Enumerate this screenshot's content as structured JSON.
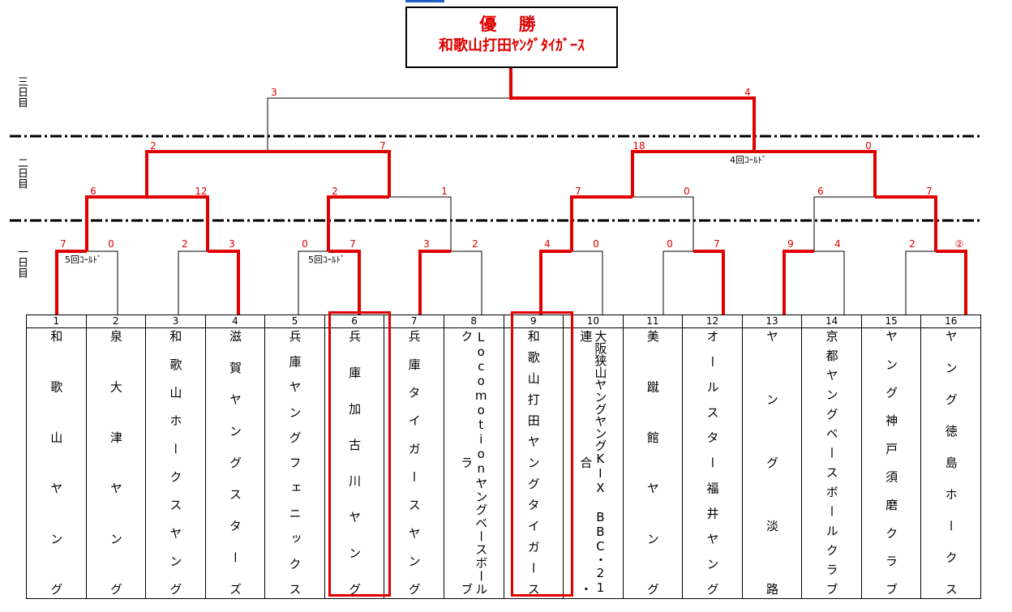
{
  "champion": {
    "title": "優 勝",
    "team": "和歌山打田ﾔﾝｸﾞﾀｲｶﾞｰｽ"
  },
  "days": [
    "三日目",
    "二日目",
    "一日目"
  ],
  "teams": [
    {
      "num": "1",
      "name": "和歌山ヤング"
    },
    {
      "num": "2",
      "name": "泉大津ヤング"
    },
    {
      "num": "3",
      "name": "和歌山ホークスヤング"
    },
    {
      "num": "4",
      "name": "滋賀ヤングスターズ"
    },
    {
      "num": "5",
      "name": "兵庫ヤングフェニックス"
    },
    {
      "num": "6",
      "name": "兵庫加古川ヤング"
    },
    {
      "num": "7",
      "name": "兵庫タイガースヤング"
    },
    {
      "num": "8",
      "name": "Locomotionヤングベースボールクラブ"
    },
    {
      "num": "9",
      "name": "和歌山打田ヤングタイガース"
    },
    {
      "num": "10",
      "name": "大阪狭山ヤングヤングKIX BBC・21連合・"
    },
    {
      "num": "11",
      "name": "美蹴館ヤング"
    },
    {
      "num": "12",
      "name": "オールスター福井ヤング"
    },
    {
      "num": "13",
      "name": "ヤング淡路"
    },
    {
      "num": "14",
      "name": "京都ヤングベースボールクラブ"
    },
    {
      "num": "15",
      "name": "ヤング神戸須磨クラブ"
    },
    {
      "num": "16",
      "name": "ヤング徳島ホークス"
    }
  ],
  "scores": {
    "round1": [
      "7",
      "0",
      "2",
      "3",
      "0",
      "7",
      "3",
      "2",
      "4",
      "0",
      "0",
      "7",
      "9",
      "4",
      "2",
      "②"
    ],
    "round2": [
      "6",
      "12",
      "2",
      "1",
      "7",
      "0",
      "6",
      "7"
    ],
    "round3": [
      "2",
      "7",
      "18",
      "0"
    ],
    "final": [
      "3",
      "4"
    ]
  },
  "notes": {
    "coldA": "5回ｺｰﾙﾄﾞ",
    "coldB": "5回ｺｰﾙﾄﾞ",
    "coldC": "4回ｺｰﾙﾄﾞ"
  },
  "colors": {
    "winner_line": "#e00000",
    "line": "#000000",
    "score": "#e00000"
  }
}
